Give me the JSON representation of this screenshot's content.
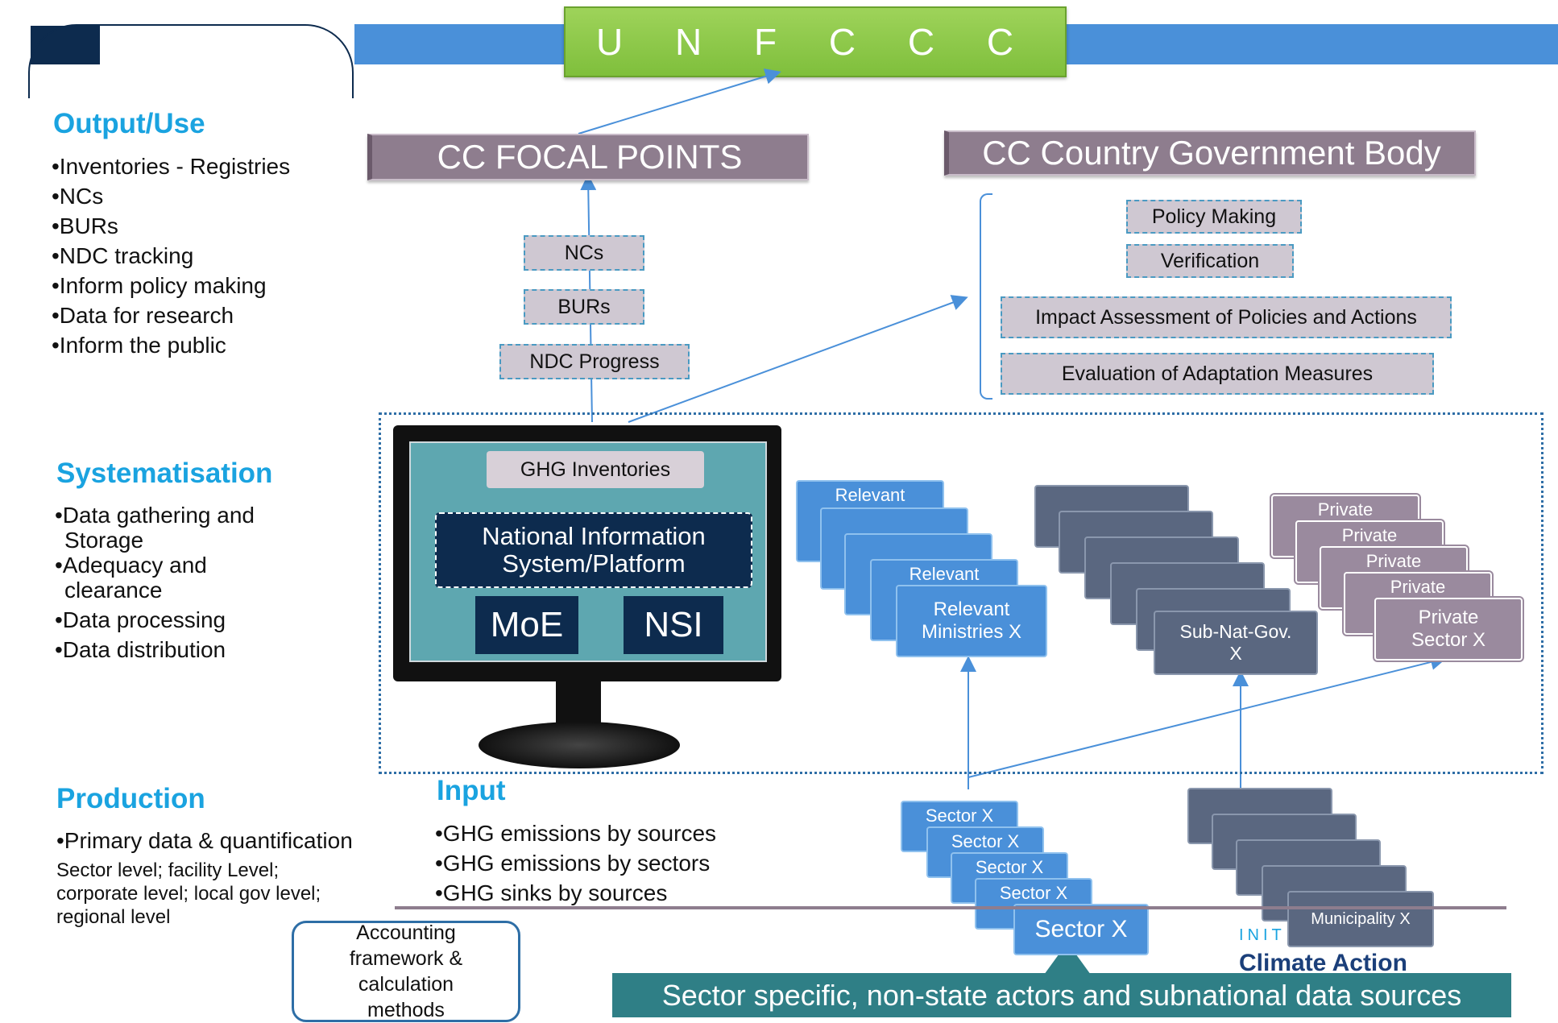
{
  "header": {
    "title": "U N F C C C"
  },
  "sections": {
    "output": {
      "heading": "Output/Use",
      "items": [
        "•Inventories - Registries",
        "•NCs",
        "•BURs",
        "•NDC tracking",
        "•Inform policy making",
        "•Data for research",
        "•Inform the public"
      ]
    },
    "systematisation": {
      "heading": "Systematisation",
      "items": [
        "•Data gathering and",
        " Storage",
        "•Adequacy and",
        " clearance",
        "•Data processing",
        "•Data distribution"
      ]
    },
    "production": {
      "heading": "Production",
      "line1": "•Primary data & quantification",
      "items": [
        "Sector level; facility Level;",
        "corporate level; local gov level;",
        "regional level"
      ]
    },
    "input": {
      "heading": "Input",
      "items": [
        "•GHG emissions by sources",
        "•GHG emissions by sectors",
        "•GHG sinks by sources"
      ]
    }
  },
  "focal_points": {
    "label": "CC FOCAL POINTS",
    "reports": [
      "NCs",
      "BURs",
      "NDC Progress"
    ]
  },
  "gov_body": {
    "label": "CC Country Government Body",
    "functions": [
      "Policy Making",
      "Verification",
      "Impact Assessment of Policies and Actions",
      "Evaluation of Adaptation Measures"
    ]
  },
  "monitor": {
    "ghg": "GHG Inventories",
    "nis_line1": "National Information",
    "nis_line2": "System/Platform",
    "moe": "MoE",
    "nsi": "NSI"
  },
  "stacks": {
    "ministries": {
      "peek1": "Relevant",
      "peek4": "Relevant",
      "front_line1": "Relevant",
      "front_line2": "Ministries X"
    },
    "subnat": {
      "front_line1": "Sub-Nat-Gov.",
      "front_line2": "X"
    },
    "private": {
      "peek": "Private",
      "front_line1": "Private",
      "front_line2": "Sector  X"
    },
    "sectors": {
      "peek": "Sector X",
      "front": "Sector X"
    },
    "municipalities": {
      "front": "Municipality X"
    }
  },
  "accounting": {
    "line1": "Accounting",
    "line2": "framework &",
    "line3": "calculation",
    "line4": "methods"
  },
  "sources_bar": "Sector specific, non-state actors and subnational data sources",
  "logo": {
    "top": "INIT",
    "bottom": "Climate Action"
  },
  "colors": {
    "accent_blue": "#4a90d9",
    "navy": "#0d2b4e",
    "green": "#8cc84b",
    "heading": "#1aa3e0",
    "teal": "#2f7f86",
    "mauve": "#8e7d8e"
  }
}
